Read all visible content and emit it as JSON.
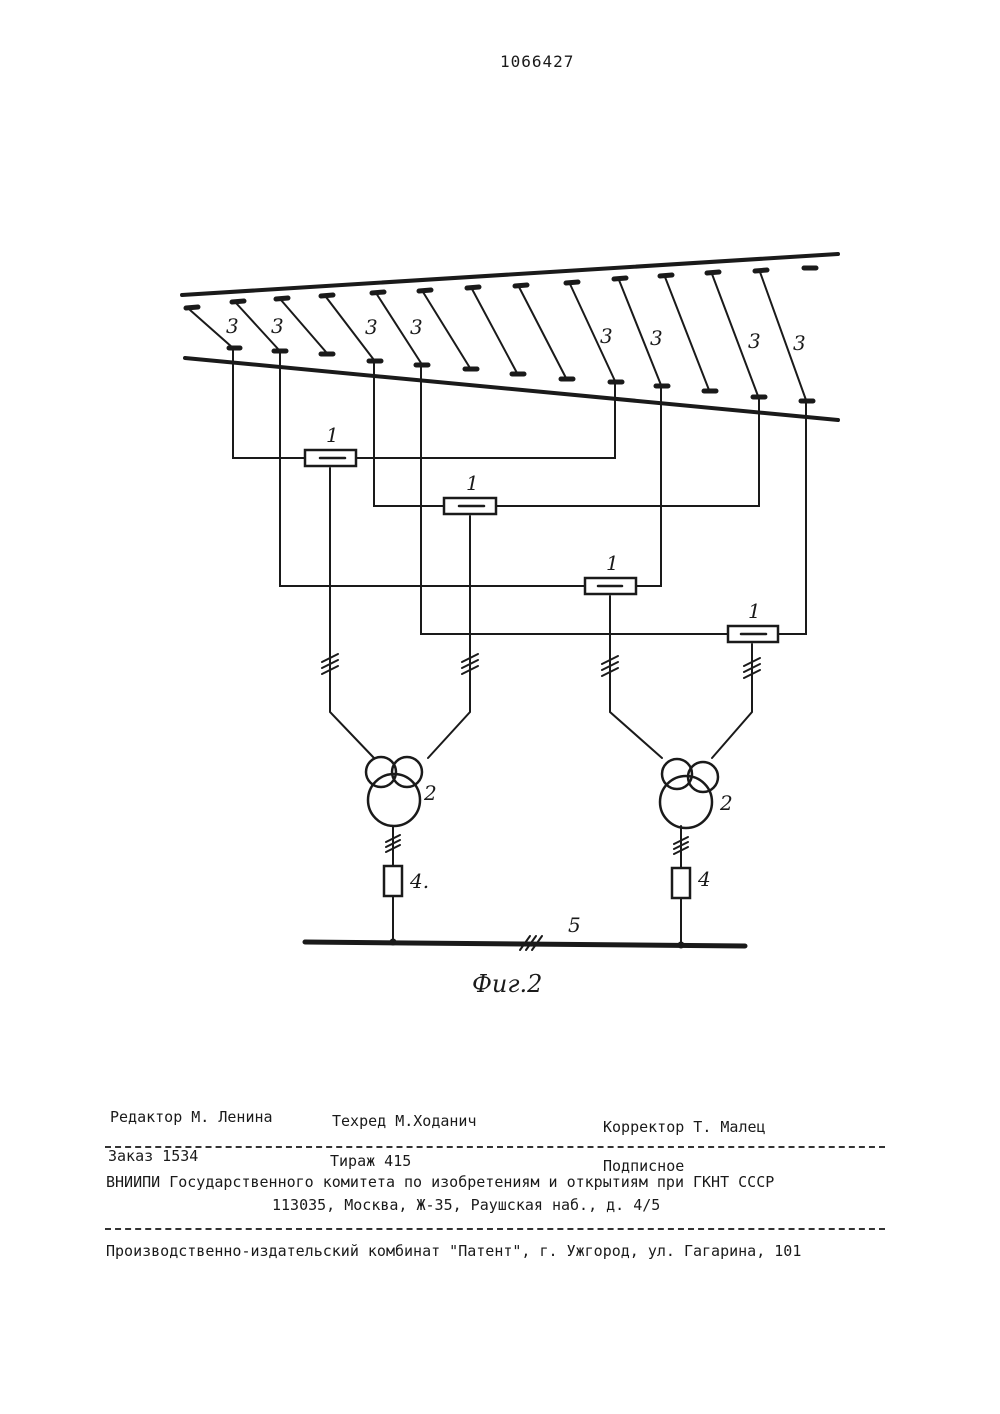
{
  "patent_number": "1066427",
  "figure": {
    "caption": "Фиг.2",
    "labels": {
      "regulator": "1",
      "transformer": "2",
      "electrode": "3",
      "element4a": "4.",
      "element4b": "4",
      "bus": "5"
    }
  },
  "colophon": {
    "editor": "Редактор М. Ленина",
    "techred": "Техред М.Ходанич",
    "corrector": "Корректор Т. Малец",
    "order": "Заказ 1534",
    "print_run": "Тираж 415",
    "subscription": "Подписное",
    "org_line": "ВНИИПИ Государственного комитета по изобретениям и открытиям при ГКНТ СССР",
    "address": "113035, Москва, Ж-35, Раушская наб., д. 4/5",
    "printer": "Производственно-издательский комбинат \"Патент\", г. Ужгород, ул. Гагарина, 101"
  }
}
